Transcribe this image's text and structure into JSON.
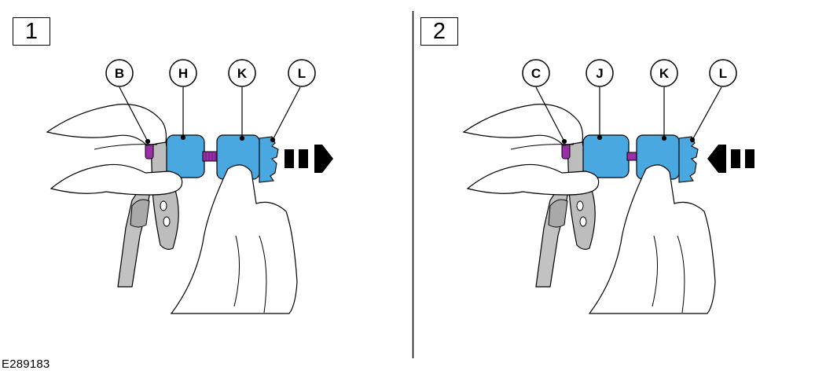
{
  "reference_code": "E289183",
  "steps": [
    {
      "number": "1",
      "callouts": [
        "B",
        "H",
        "K",
        "L"
      ],
      "direction": "outward"
    },
    {
      "number": "2",
      "callouts": [
        "C",
        "J",
        "K",
        "L"
      ],
      "direction": "inward"
    }
  ],
  "colors": {
    "tool_blue": "#4aa8e0",
    "tool_blue_dark": "#2f86bd",
    "thread_purple": "#9b2fa8",
    "bracket_gray": "#b5b5b5",
    "line": "#000000"
  }
}
